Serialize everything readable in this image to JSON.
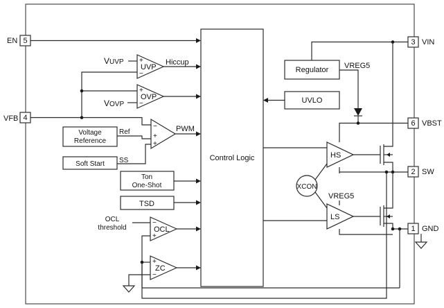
{
  "pins": {
    "en": {
      "label": "EN",
      "number": "5"
    },
    "vfb": {
      "label": "VFB",
      "number": "4"
    },
    "vin": {
      "label": "VIN",
      "number": "3"
    },
    "vbst": {
      "label": "VBST",
      "number": "6"
    },
    "sw": {
      "label": "SW",
      "number": "2"
    },
    "gnd": {
      "label": "GND",
      "number": "1"
    }
  },
  "blocks": {
    "control_logic": "Control Logic",
    "regulator": "Regulator",
    "uvlo": "UVLO",
    "voltage_reference_1": "Voltage",
    "voltage_reference_2": "Reference",
    "soft_start": "Soft Start",
    "ton_1": "Ton",
    "ton_2": "One-Shot",
    "tsd": "TSD",
    "xcon": "XCON"
  },
  "comparators": {
    "uvp": "UVP",
    "ovp": "OVP",
    "pwm": "",
    "ocl": "OCL",
    "zc": "ZC"
  },
  "drivers": {
    "hs": "HS",
    "ls": "LS"
  },
  "labels": {
    "vuvp_main": "V",
    "vuvp_sub": "UVP",
    "vovp_main": "V",
    "vovp_sub": "OVP",
    "hiccup": "Hiccup",
    "pwm": "PWM",
    "ref": "Ref",
    "ss": "SS",
    "vreg5_top": "VREG5",
    "vreg5_ls": "VREG5",
    "ocl_threshold_1": "OCL",
    "ocl_threshold_2": "threshold",
    "plus": "+",
    "minus": "−"
  }
}
